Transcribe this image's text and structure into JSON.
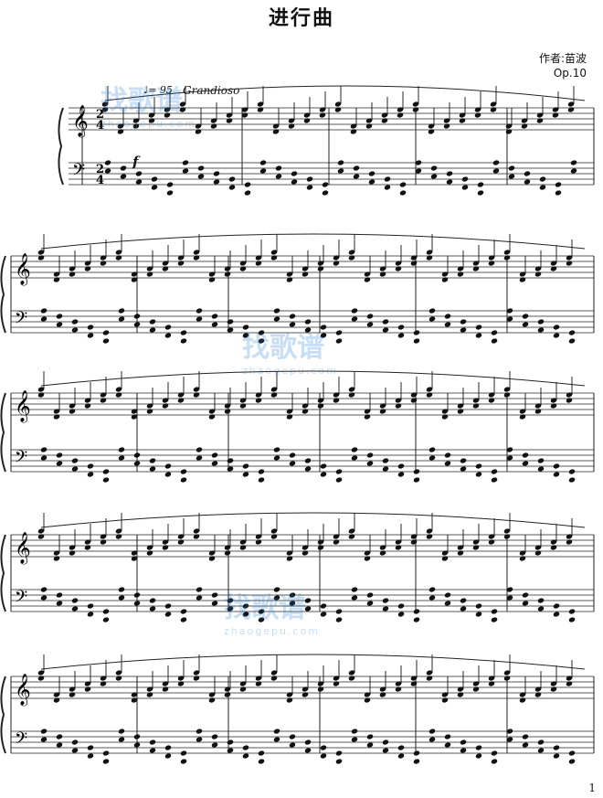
{
  "title": "进行曲",
  "composer": {
    "author": "作者:苗波",
    "opus": "Op.10"
  },
  "markings": {
    "tempo": "♩= 95",
    "expression": "Grandioso",
    "dynamic": "f"
  },
  "watermark": {
    "text": "找歌谱",
    "url": "zhaogepu.com"
  },
  "page_number": "1"
}
